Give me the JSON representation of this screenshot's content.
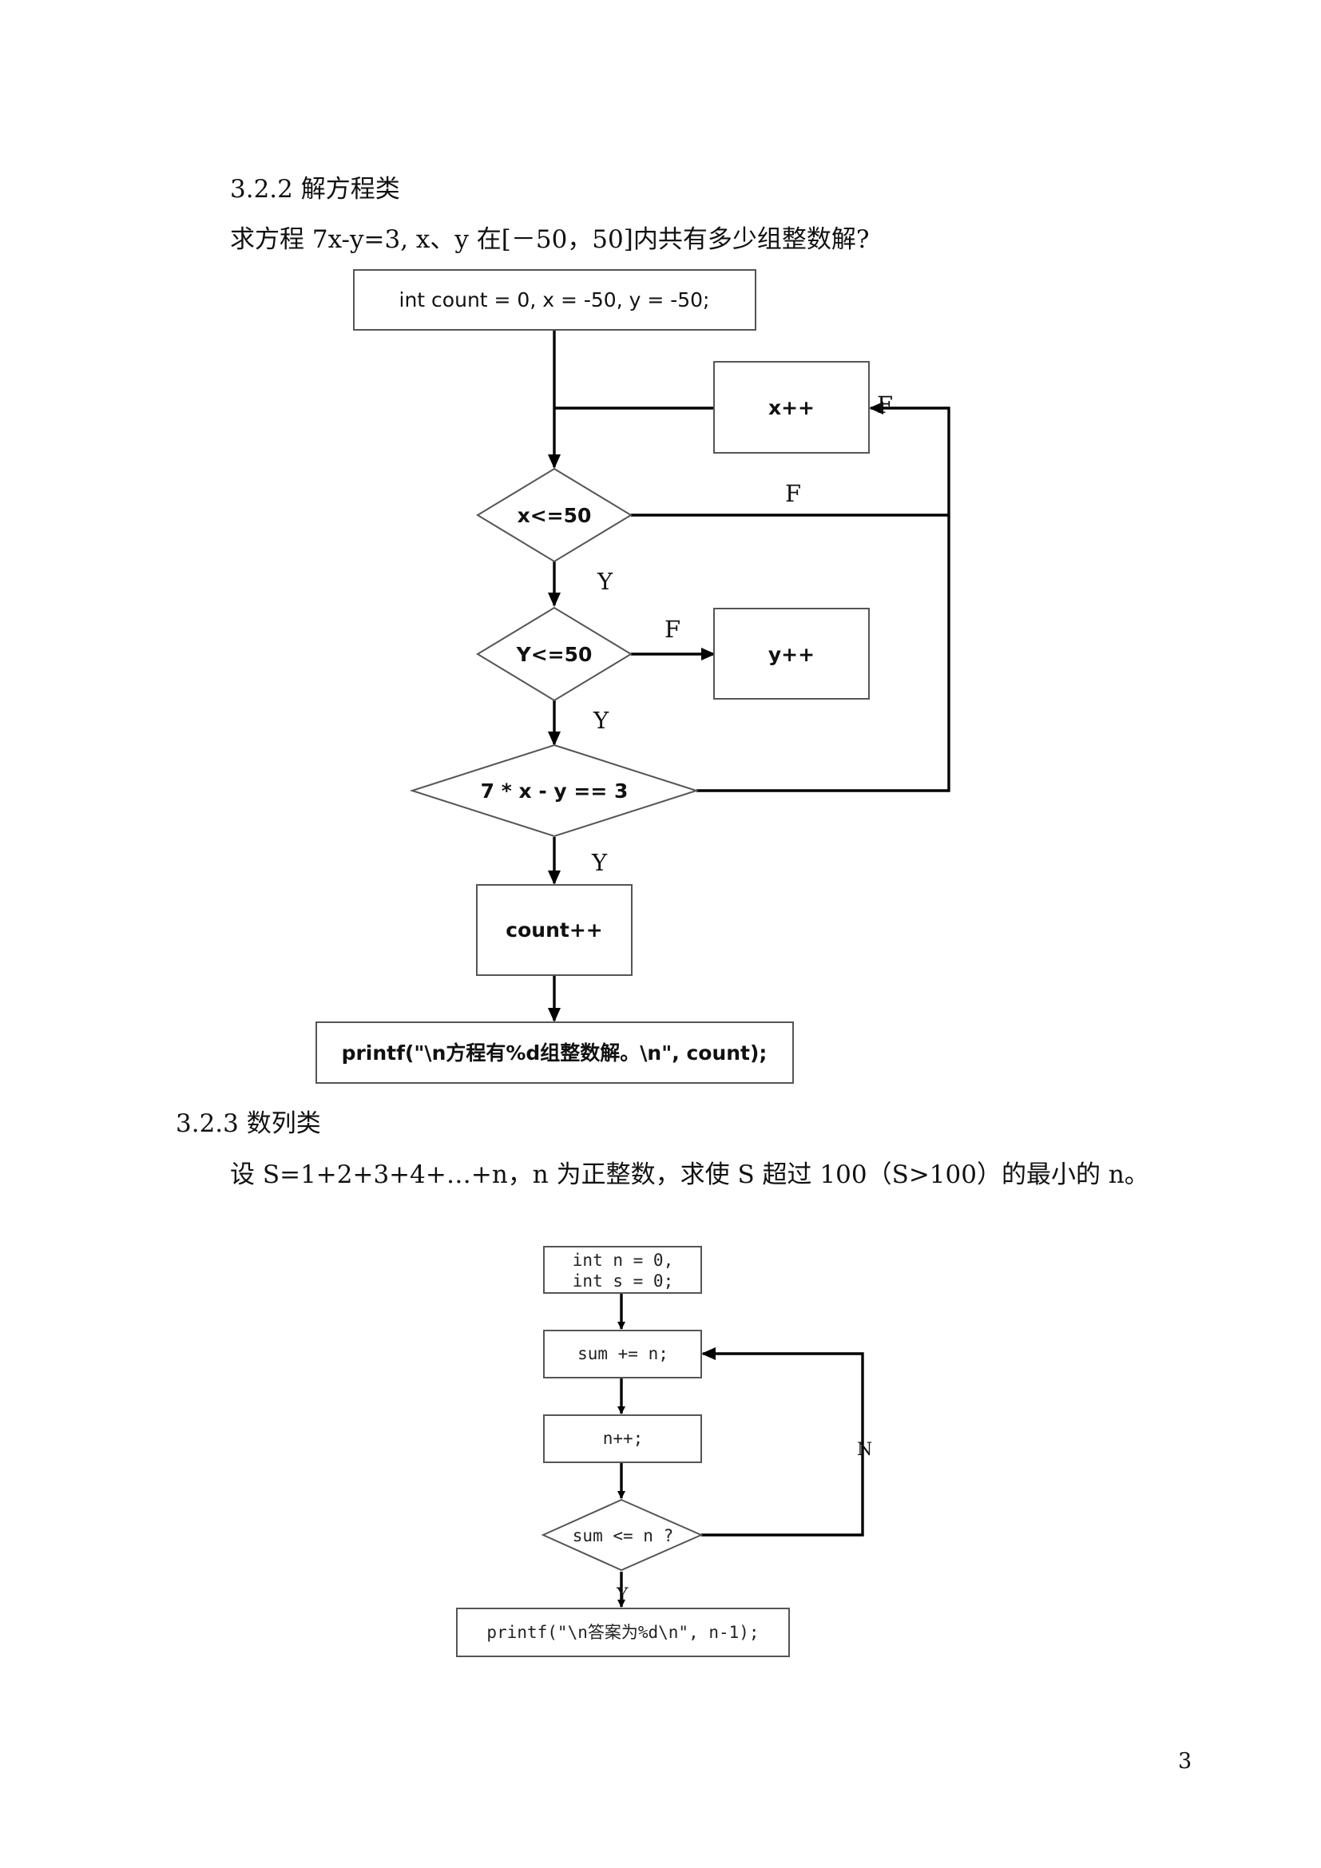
{
  "section1": {
    "heading": "3.2.2 解方程类",
    "problem": "求方程 7x-y=3, x、y 在[－50，50]内共有多少组整数解?"
  },
  "flowchart1": {
    "init": "int count = 0, x = -50, y = -50;",
    "x_increment": "x++",
    "x_condition": "x<=50",
    "y_condition": "Y<=50",
    "y_increment": "y++",
    "equation_check": "7 * x - y == 3",
    "count_increment": "count++",
    "output": "printf(\"\\n方程有%d组整数解。\\n\", count);",
    "label_x_false": "F",
    "label_x_false_top": "F",
    "label_x_true": "Y",
    "label_y_false": "F",
    "label_y_true": "Y",
    "label_eq_true": "Y"
  },
  "section2": {
    "heading": "3.2.3 数列类",
    "problem": "设 S=1+2+3+4+…+n，n 为正整数，求使 S 超过 100（S>100）的最小的 n。"
  },
  "flowchart2": {
    "init_line1": "int n = 0,",
    "init_line2": "int s = 0;",
    "sum_step": "sum += n;",
    "n_increment": "n++;",
    "condition": "sum <= n ?",
    "output": "printf(\"\\n答案为%d\\n\", n-1);",
    "label_false": "N",
    "label_true": "Y"
  },
  "footer": {
    "page_number": "3"
  }
}
